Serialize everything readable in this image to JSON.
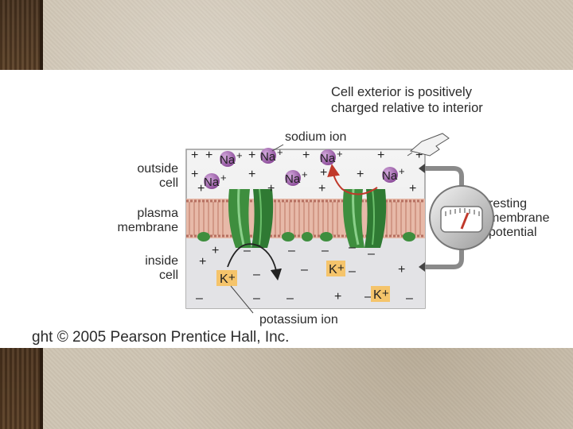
{
  "caption": {
    "line1": "Cell exterior is positively",
    "line2": "charged relative to interior"
  },
  "labels": {
    "outside_line1": "outside",
    "outside_line2": "cell",
    "membrane_line1": "plasma",
    "membrane_line2": "membrane",
    "inside_line1": "inside",
    "inside_line2": "cell",
    "sodium_ion": "sodium ion",
    "potassium_ion": "potassium ion",
    "potential_line1": "resting",
    "potential_line2": "membrane",
    "potential_line3": "potential"
  },
  "ions": {
    "sodium": "Na",
    "potassium": "K",
    "plus": "+",
    "minus": "–"
  },
  "copyright": "ght © 2005 Pearson Prentice Hall, Inc.",
  "colors": {
    "sodium_ion": "#9b59a8",
    "potassium_bg": "#f5c46b",
    "channel": "#3e8e3e",
    "membrane": "#e7b9a8",
    "arrow_red": "#c0392b"
  }
}
